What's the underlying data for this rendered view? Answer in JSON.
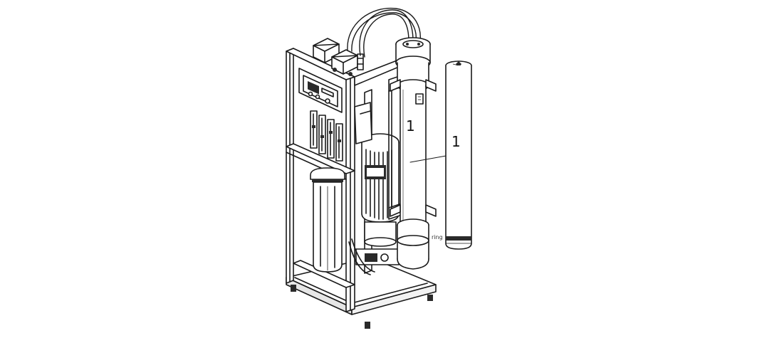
{
  "labels": {
    "vessel_number": "1",
    "membrane_number": "1",
    "ring_label": "ring"
  },
  "icons": {
    "unit": "reverse-osmosis-unit-icon",
    "membrane": "membrane-cartridge-icon"
  },
  "colors": {
    "line": "#1a1a1a",
    "fill": "#ffffff",
    "shade": "#cfcfcf",
    "dark": "#2a2a2a"
  }
}
